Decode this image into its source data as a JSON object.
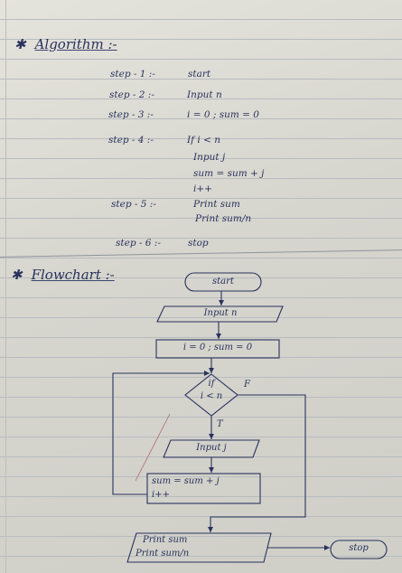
{
  "algorithm": {
    "heading": "Algorithm :-",
    "steps": [
      {
        "label": "step - 1 :-",
        "lines": [
          "start"
        ]
      },
      {
        "label": "step - 2 :-",
        "lines": [
          "Input n"
        ]
      },
      {
        "label": "step - 3 :-",
        "lines": [
          "i = 0 ;  sum = 0"
        ]
      },
      {
        "label": "step - 4 :-",
        "lines": [
          "If  i < n",
          "Input  j",
          "sum = sum + j",
          "i++"
        ]
      },
      {
        "label": "step - 5 :-",
        "lines": [
          "Print  sum",
          "Print  sum/n"
        ]
      },
      {
        "label": "step - 6 :-",
        "lines": [
          "stop"
        ]
      }
    ]
  },
  "flowchart": {
    "heading": "Flowchart :-",
    "start": "start",
    "input_n": "Input n",
    "init": "i = 0 ;  sum = 0",
    "decision_top": "if",
    "decision_bottom": "i < n",
    "false_label": "F",
    "true_label": "T",
    "input_j": "Input j",
    "process_line1": "sum = sum + j",
    "process_line2": "i++",
    "print_line1": "Print  sum",
    "print_line2": "Print  sum/n",
    "stop": "stop"
  },
  "colors": {
    "ink": "#29325c",
    "paper": "#dcdbd4",
    "rule_line": "#b8bcc0"
  }
}
